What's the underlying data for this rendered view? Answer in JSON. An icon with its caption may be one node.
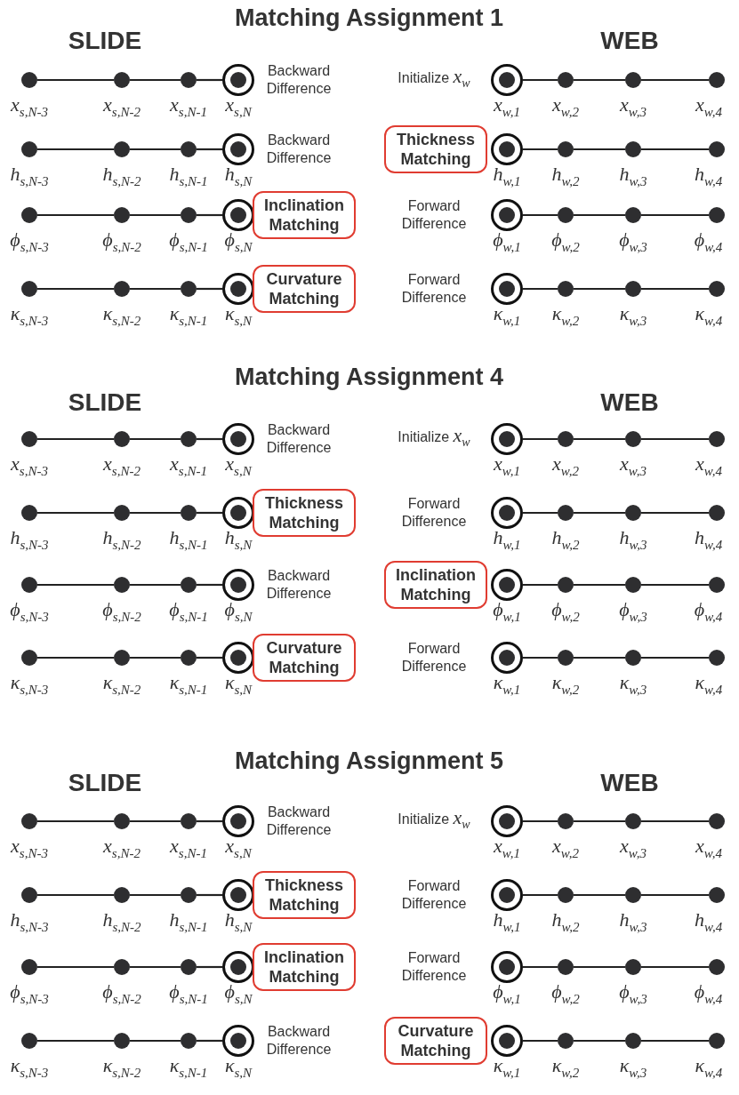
{
  "diagram": {
    "nodes": [
      {
        "text": [],
        "shape": "dot",
        "beside": [
          "x$_{s,N-3}$"
        ]
      },
      {
        "text": [],
        "shape": "dot",
        "beside": [
          "x$_{s,N-2}$"
        ]
      },
      {
        "text": [],
        "shape": "dot",
        "beside": [
          "x$_{s,N-1}$"
        ]
      },
      {
        "text": [],
        "shape": "ring",
        "beside": [
          "x$_{s,N}$"
        ]
      },
      {
        "text": [],
        "shape": "ring",
        "beside": [
          "x$_{w,1}$"
        ]
      },
      {
        "text": [],
        "shape": "dot",
        "beside": [
          "x$_{w,2}$"
        ]
      },
      {
        "text": [],
        "shape": "dot",
        "beside": [
          "x$_{w,3}$"
        ]
      },
      {
        "text": [],
        "shape": "dot",
        "beside": [
          "x$_{w,4}$"
        ]
      },
      {
        "text": [],
        "shape": "dot",
        "beside": [
          "h$_{s,N-3}$"
        ]
      },
      {
        "text": [],
        "shape": "dot",
        "beside": [
          "h$_{s,N-2}$"
        ]
      },
      {
        "text": [],
        "shape": "dot",
        "beside": [
          "h$_{s,N-1}$"
        ]
      },
      {
        "text": [],
        "shape": "ring",
        "beside": [
          "h$_{s,N}$"
        ]
      },
      {
        "text": [
          "Thickness Matching"
        ]
      },
      {
        "text": [],
        "shape": "ring",
        "beside": [
          "h$_{w,1}$"
        ]
      },
      {
        "text": [],
        "shape": "dot",
        "beside": [
          "h$_{w,2}$"
        ]
      },
      {
        "text": [],
        "shape": "dot",
        "beside": [
          "h$_{w,3}$"
        ]
      },
      {
        "text": [],
        "shape": "dot",
        "beside": [
          "h$_{w,4}$"
        ]
      },
      {
        "text": [],
        "shape": "dot",
        "beside": [
          "ϕ$_{s,N-3}$"
        ]
      },
      {
        "text": [],
        "shape": "dot",
        "beside": [
          "ϕ$_{s,N-2}$"
        ]
      },
      {
        "text": [],
        "shape": "dot",
        "beside": [
          "ϕ$_{s,N-1}$"
        ]
      },
      {
        "text": [],
        "shape": "ring",
        "beside": [
          "ϕ$_{s,N}$"
        ]
      },
      {
        "text": [
          "Inclination Matching"
        ]
      },
      {
        "text": [],
        "shape": "ring",
        "beside": [
          "ϕ$_{w,1}$"
        ]
      },
      {
        "text": [],
        "shape": "dot",
        "beside": [
          "ϕ$_{w,2}$"
        ]
      },
      {
        "text": [],
        "shape": "dot",
        "beside": [
          "ϕ$_{w,3}$"
        ]
      },
      {
        "text": [],
        "shape": "dot",
        "beside": [
          "ϕ$_{w,4}$"
        ]
      },
      {
        "text": [],
        "shape": "dot",
        "beside": [
          "κ$_{s,N-3}$"
        ]
      },
      {
        "text": [],
        "shape": "dot",
        "beside": [
          "κ$_{s,N-2}$"
        ]
      },
      {
        "text": [],
        "shape": "dot",
        "beside": [
          "κ$_{s,N-1}$"
        ]
      },
      {
        "text": [],
        "shape": "ring",
        "beside": [
          "κ$_{s,N}$"
        ]
      },
      {
        "text": [
          "Curvature Matching"
        ]
      },
      {
        "text": [],
        "shape": "ring",
        "beside": [
          "κ$_{w,1}$"
        ]
      },
      {
        "text": [],
        "shape": "dot",
        "beside": [
          "κ$_{w,2}$"
        ]
      },
      {
        "text": [],
        "shape": "dot",
        "beside": [
          "κ$_{w,3}$"
        ]
      },
      {
        "text": [],
        "shape": "dot",
        "beside": [
          "κ$_{w,4}$"
        ]
      },
      {
        "text": [],
        "shape": "dot",
        "beside": [
          "x$_{s,N-3}$"
        ]
      },
      {
        "text": [],
        "shape": "dot",
        "beside": [
          "x$_{s,N-2}$"
        ]
      },
      {
        "text": [],
        "shape": "dot",
        "beside": [
          "x$_{s,N-1}$"
        ]
      },
      {
        "text": [],
        "shape": "ring",
        "beside": [
          "x$_{s,N}$"
        ]
      },
      {
        "text": [],
        "shape": "ring",
        "beside": [
          "x$_{w,1}$"
        ]
      },
      {
        "text": [],
        "shape": "dot",
        "beside": [
          "x$_{w,2}$"
        ]
      },
      {
        "text": [],
        "shape": "dot",
        "beside": [
          "x$_{w,3}$"
        ]
      },
      {
        "text": [],
        "shape": "dot",
        "beside": [
          "x$_{w,4}$"
        ]
      },
      {
        "text": [],
        "shape": "dot",
        "beside": [
          "h$_{s,N-3}$"
        ]
      },
      {
        "text": [],
        "shape": "dot",
        "beside": [
          "h$_{s,N-2}$"
        ]
      },
      {
        "text": [],
        "shape": "dot",
        "beside": [
          "h$_{s,N-1}$"
        ]
      },
      {
        "text": [],
        "shape": "ring",
        "beside": [
          "h$_{s,N}$"
        ]
      },
      {
        "text": [
          "Thickness Matching"
        ]
      },
      {
        "text": [],
        "shape": "ring",
        "beside": [
          "h$_{w,1}$"
        ]
      },
      {
        "text": [],
        "shape": "dot",
        "beside": [
          "h$_{w,2}$"
        ]
      },
      {
        "text": [],
        "shape": "dot",
        "beside": [
          "h$_{w,3}$"
        ]
      },
      {
        "text": [],
        "shape": "dot",
        "beside": [
          "h$_{w,4}$"
        ]
      },
      {
        "text": [],
        "shape": "dot",
        "beside": [
          "ϕ$_{s,N-3}$"
        ]
      },
      {
        "text": [],
        "shape": "dot",
        "beside": [
          "ϕ$_{s,N-2}$"
        ]
      },
      {
        "text": [],
        "shape": "dot",
        "beside": [
          "ϕ$_{s,N-1}$"
        ]
      },
      {
        "text": [],
        "shape": "ring",
        "beside": [
          "ϕ$_{s,N}$"
        ]
      },
      {
        "text": [
          "Inclination Matching"
        ]
      },
      {
        "text": [],
        "shape": "ring",
        "beside": [
          "ϕ$_{w,1}$"
        ]
      },
      {
        "text": [],
        "shape": "dot",
        "beside": [
          "ϕ$_{w,2}$"
        ]
      },
      {
        "text": [],
        "shape": "dot",
        "beside": [
          "ϕ$_{w,3}$"
        ]
      },
      {
        "text": [],
        "shape": "dot",
        "beside": [
          "ϕ$_{w,4}$"
        ]
      },
      {
        "text": [],
        "shape": "dot",
        "beside": [
          "κ$_{s,N-3}$"
        ]
      },
      {
        "text": [],
        "shape": "dot",
        "beside": [
          "κ$_{s,N-2}$"
        ]
      },
      {
        "text": [],
        "shape": "dot",
        "beside": [
          "κ$_{s,N-1}$"
        ]
      },
      {
        "text": [],
        "shape": "ring",
        "beside": [
          "κ$_{s,N}$"
        ]
      },
      {
        "text": [
          "Curvature Matching"
        ]
      },
      {
        "text": [],
        "shape": "ring",
        "beside": [
          "κ$_{w,1}$"
        ]
      },
      {
        "text": [],
        "shape": "dot",
        "beside": [
          "κ$_{w,2}$"
        ]
      },
      {
        "text": [],
        "shape": "dot",
        "beside": [
          "κ$_{w,3}$"
        ]
      },
      {
        "text": [],
        "shape": "dot",
        "beside": [
          "κ$_{w,4}$"
        ]
      },
      {
        "text": [],
        "shape": "dot",
        "beside": [
          "x$_{s,N-3}$"
        ]
      },
      {
        "text": [],
        "shape": "dot",
        "beside": [
          "x$_{s,N-2}$"
        ]
      },
      {
        "text": [],
        "shape": "dot",
        "beside": [
          "x$_{s,N-1}$"
        ]
      },
      {
        "text": [],
        "shape": "ring",
        "beside": [
          "x$_{s,N}$"
        ]
      },
      {
        "text": [],
        "shape": "ring",
        "beside": [
          "x$_{w,1}$"
        ]
      },
      {
        "text": [],
        "shape": "dot",
        "beside": [
          "x$_{w,2}$"
        ]
      },
      {
        "text": [],
        "shape": "dot",
        "beside": [
          "x$_{w,3}$"
        ]
      },
      {
        "text": [],
        "shape": "dot",
        "beside": [
          "x$_{w,4}$"
        ]
      },
      {
        "text": [],
        "shape": "dot",
        "beside": [
          "h$_{s,N-3}$"
        ]
      },
      {
        "text": [],
        "shape": "dot",
        "beside": [
          "h$_{s,N-2}$"
        ]
      },
      {
        "text": [],
        "shape": "dot",
        "beside": [
          "h$_{s,N-1}$"
        ]
      },
      {
        "text": [],
        "shape": "ring",
        "beside": [
          "h$_{s,N}$"
        ]
      },
      {
        "text": [
          "Thickness Matching"
        ]
      },
      {
        "text": [],
        "shape": "ring",
        "beside": [
          "h$_{w,1}$"
        ]
      },
      {
        "text": [],
        "shape": "dot",
        "beside": [
          "h$_{w,2}$"
        ]
      },
      {
        "text": [],
        "shape": "dot",
        "beside": [
          "h$_{w,3}$"
        ]
      },
      {
        "text": [],
        "shape": "dot",
        "beside": [
          "h$_{w,4}$"
        ]
      },
      {
        "text": [],
        "shape": "dot",
        "beside": [
          "ϕ$_{s,N-3}$"
        ]
      },
      {
        "text": [],
        "shape": "dot",
        "beside": [
          "ϕ$_{s,N-2}$"
        ]
      },
      {
        "text": [],
        "shape": "dot",
        "beside": [
          "ϕ$_{s,N-1}$"
        ]
      },
      {
        "text": [],
        "shape": "ring",
        "beside": [
          "ϕ$_{s,N}$"
        ]
      },
      {
        "text": [
          "Inclination Matching"
        ]
      },
      {
        "text": [],
        "shape": "ring",
        "beside": [
          "ϕ$_{w,1}$"
        ]
      },
      {
        "text": [],
        "shape": "dot",
        "beside": [
          "ϕ$_{w,2}$"
        ]
      },
      {
        "text": [],
        "shape": "dot",
        "beside": [
          "ϕ$_{w,3}$"
        ]
      },
      {
        "text": [],
        "shape": "dot",
        "beside": [
          "ϕ$_{w,4}$"
        ]
      },
      {
        "text": [],
        "shape": "dot",
        "beside": [
          "κ$_{s,N-3}$"
        ]
      },
      {
        "text": [],
        "shape": "dot",
        "beside": [
          "κ$_{s,N-2}$"
        ]
      },
      {
        "text": [],
        "shape": "dot",
        "beside": [
          "κ$_{s,N-1}$"
        ]
      },
      {
        "text": [],
        "shape": "ring",
        "beside": [
          "κ$_{s,N}$"
        ]
      },
      {
        "text": [
          "Curvature Matching"
        ]
      },
      {
        "text": [],
        "shape": "ring",
        "beside": [
          "κ$_{w,1}$"
        ]
      },
      {
        "text": [],
        "shape": "dot",
        "beside": [
          "κ$_{w,2}$"
        ]
      },
      {
        "text": [],
        "shape": "dot",
        "beside": [
          "κ$_{w,3}$"
        ]
      },
      {
        "text": [],
        "shape": "dot",
        "beside": [
          "κ$_{w,4}$"
        ]
      }
    ],
    "edges": [
      {
        "from": 0,
        "to": 1,
        "arrow": "none"
      },
      {
        "from": 1,
        "to": 2,
        "arrow": "none"
      },
      {
        "from": 2,
        "to": 3,
        "arrow": "none"
      },
      {
        "from": 4,
        "to": 5,
        "arrow": "none"
      },
      {
        "from": 5,
        "to": 6,
        "arrow": "none"
      },
      {
        "from": 6,
        "to": 7,
        "arrow": "none"
      },
      {
        "from": 8,
        "to": 9,
        "arrow": "none"
      },
      {
        "from": 9,
        "to": 10,
        "arrow": "none"
      },
      {
        "from": 10,
        "to": 11,
        "arrow": "none"
      },
      {
        "from": 13,
        "to": 14,
        "arrow": "none"
      },
      {
        "from": 14,
        "to": 15,
        "arrow": "none"
      },
      {
        "from": 15,
        "to": 16,
        "arrow": "none"
      },
      {
        "from": 17,
        "to": 18,
        "arrow": "none"
      },
      {
        "from": 18,
        "to": 19,
        "arrow": "none"
      },
      {
        "from": 19,
        "to": 20,
        "arrow": "none"
      },
      {
        "from": 22,
        "to": 23,
        "arrow": "none"
      },
      {
        "from": 23,
        "to": 24,
        "arrow": "none"
      },
      {
        "from": 24,
        "to": 25,
        "arrow": "none"
      },
      {
        "from": 26,
        "to": 27,
        "arrow": "none"
      },
      {
        "from": 27,
        "to": 28,
        "arrow": "none"
      },
      {
        "from": 28,
        "to": 29,
        "arrow": "none"
      },
      {
        "from": 31,
        "to": 32,
        "arrow": "none"
      },
      {
        "from": 32,
        "to": 33,
        "arrow": "none"
      },
      {
        "from": 33,
        "to": 34,
        "arrow": "none"
      },
      {
        "from": 35,
        "to": 36,
        "arrow": "none"
      },
      {
        "from": 36,
        "to": 37,
        "arrow": "none"
      },
      {
        "from": 37,
        "to": 38,
        "arrow": "none"
      },
      {
        "from": 39,
        "to": 40,
        "arrow": "none"
      },
      {
        "from": 40,
        "to": 41,
        "arrow": "none"
      },
      {
        "from": 41,
        "to": 42,
        "arrow": "none"
      },
      {
        "from": 43,
        "to": 44,
        "arrow": "none"
      },
      {
        "from": 44,
        "to": 45,
        "arrow": "none"
      },
      {
        "from": 45,
        "to": 46,
        "arrow": "none"
      },
      {
        "from": 48,
        "to": 49,
        "arrow": "none"
      },
      {
        "from": 49,
        "to": 50,
        "arrow": "none"
      },
      {
        "from": 50,
        "to": 51,
        "arrow": "none"
      },
      {
        "from": 52,
        "to": 53,
        "arrow": "none"
      },
      {
        "from": 53,
        "to": 54,
        "arrow": "none"
      },
      {
        "from": 54,
        "to": 55,
        "arrow": "none"
      },
      {
        "from": 57,
        "to": 58,
        "arrow": "none"
      },
      {
        "from": 58,
        "to": 59,
        "arrow": "none"
      },
      {
        "from": 59,
        "to": 60,
        "arrow": "none"
      },
      {
        "from": 61,
        "to": 62,
        "arrow": "none"
      },
      {
        "from": 62,
        "to": 63,
        "arrow": "none"
      },
      {
        "from": 63,
        "to": 64,
        "arrow": "none"
      },
      {
        "from": 66,
        "to": 67,
        "arrow": "none"
      },
      {
        "from": 67,
        "to": 68,
        "arrow": "none"
      },
      {
        "from": 68,
        "to": 69,
        "arrow": "none"
      },
      {
        "from": 70,
        "to": 71,
        "arrow": "none"
      },
      {
        "from": 71,
        "to": 72,
        "arrow": "none"
      },
      {
        "from": 72,
        "to": 73,
        "arrow": "none"
      },
      {
        "from": 74,
        "to": 75,
        "arrow": "none"
      },
      {
        "from": 75,
        "to": 76,
        "arrow": "none"
      },
      {
        "from": 76,
        "to": 77,
        "arrow": "none"
      },
      {
        "from": 78,
        "to": 79,
        "arrow": "none"
      },
      {
        "from": 79,
        "to": 80,
        "arrow": "none"
      },
      {
        "from": 80,
        "to": 81,
        "arrow": "none"
      },
      {
        "from": 83,
        "to": 84,
        "arrow": "none"
      },
      {
        "from": 84,
        "to": 85,
        "arrow": "none"
      },
      {
        "from": 85,
        "to": 86,
        "arrow": "none"
      },
      {
        "from": 87,
        "to": 88,
        "arrow": "none"
      },
      {
        "from": 88,
        "to": 89,
        "arrow": "none"
      },
      {
        "from": 89,
        "to": 90,
        "arrow": "none"
      },
      {
        "from": 92,
        "to": 93,
        "arrow": "none"
      },
      {
        "from": 93,
        "to": 94,
        "arrow": "none"
      },
      {
        "from": 94,
        "to": 95,
        "arrow": "none"
      },
      {
        "from": 96,
        "to": 97,
        "arrow": "none"
      },
      {
        "from": 97,
        "to": 98,
        "arrow": "none"
      },
      {
        "from": 98,
        "to": 99,
        "arrow": "none"
      },
      {
        "from": 101,
        "to": 102,
        "arrow": "none"
      },
      {
        "from": 102,
        "to": 103,
        "arrow": "none"
      },
      {
        "from": 103,
        "to": 104,
        "arrow": "none"
      }
    ],
    "labels": [
      "Matching Assignment 1",
      "SLIDE",
      "WEB",
      "Backward Difference",
      "Initialize *x*$_{w}$",
      "Backward Difference",
      "Forward Difference",
      "Forward Difference",
      "Matching Assignment 4",
      "SLIDE",
      "WEB",
      "Backward Difference",
      "Initialize *x*$_{w}$",
      "Forward Difference",
      "Backward Difference",
      "Forward Difference",
      "Matching Assignment 5",
      "SLIDE",
      "WEB",
      "Backward Difference",
      "Initialize *x*$_{w}$",
      "Forward Difference",
      "Forward Difference",
      "Backward Difference"
    ]
  }
}
